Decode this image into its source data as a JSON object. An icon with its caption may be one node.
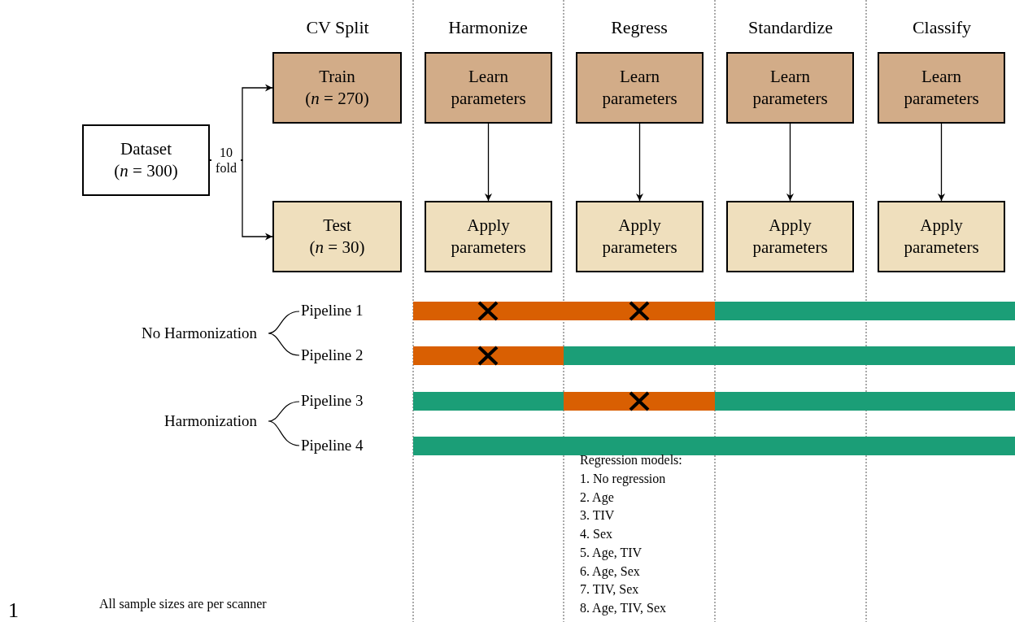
{
  "diagram": {
    "nodes": [
      {
        "text": [
          "Dataset",
          "(*n* = 300)"
        ]
      },
      {
        "text": [
          "Train",
          "(*n* = 270)"
        ]
      },
      {
        "text": [
          "Test",
          "(*n* = 30)"
        ]
      },
      {
        "text": [
          "Learn parameters"
        ]
      },
      {
        "text": [
          "Learn parameters"
        ]
      },
      {
        "text": [
          "Learn parameters"
        ]
      },
      {
        "text": [
          "Learn parameters"
        ]
      },
      {
        "text": [
          "Apply parameters"
        ]
      },
      {
        "text": [
          "Apply parameters"
        ]
      },
      {
        "text": [
          "Apply parameters"
        ]
      },
      {
        "text": [
          "Apply parameters"
        ]
      }
    ],
    "edges": [
      {
        "from": 0,
        "to": 1,
        "arrow": "to",
        "label": "10 fold"
      },
      {
        "from": 0,
        "to": 2,
        "arrow": "to"
      },
      {
        "from": 3,
        "to": 7,
        "arrow": "to"
      },
      {
        "from": 4,
        "to": 8,
        "arrow": "to"
      },
      {
        "from": 5,
        "to": 9,
        "arrow": "to"
      },
      {
        "from": 6,
        "to": 10,
        "arrow": "to"
      }
    ],
    "labels": [
      "CV Split",
      "Harmonize",
      "Regress",
      "Standardize",
      "Classify",
      "No Harmonization",
      "Pipeline 1",
      "Pipeline 2",
      "Harmonization",
      "Pipeline 3",
      "Pipeline 4",
      "Regression models:",
      "1. No regression",
      "2. Age",
      "3. TIV",
      "4. Sex",
      "5. Age, TIV",
      "6. Age, Sex",
      "7. TIV, Sex",
      "8. Age, TIV, Sex",
      "All sample sizes are per scanner",
      "1"
    ]
  }
}
